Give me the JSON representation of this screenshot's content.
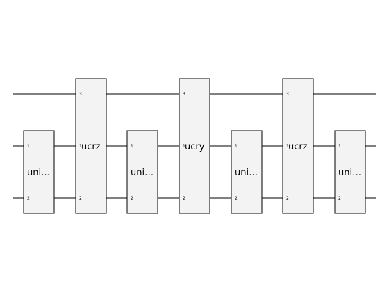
{
  "circuit": {
    "wires": [
      {
        "name": "wire-3"
      },
      {
        "name": "wire-1"
      },
      {
        "name": "wire-2"
      }
    ],
    "gates": [
      {
        "name": "gate-unitary-1",
        "label": "uni…",
        "pins": [
          "1",
          "2"
        ]
      },
      {
        "name": "gate-ucrz-1",
        "label": "ucrz",
        "pins": [
          "3",
          "1",
          "2"
        ]
      },
      {
        "name": "gate-unitary-2",
        "label": "uni…",
        "pins": [
          "1",
          "2"
        ]
      },
      {
        "name": "gate-ucry",
        "label": "ucry",
        "pins": [
          "3",
          "1",
          "2"
        ]
      },
      {
        "name": "gate-unitary-3",
        "label": "uni…",
        "pins": [
          "1",
          "2"
        ]
      },
      {
        "name": "gate-ucrz-2",
        "label": "ucrz",
        "pins": [
          "3",
          "1",
          "2"
        ]
      },
      {
        "name": "gate-unitary-4",
        "label": "uni…",
        "pins": [
          "1",
          "2"
        ]
      }
    ]
  }
}
